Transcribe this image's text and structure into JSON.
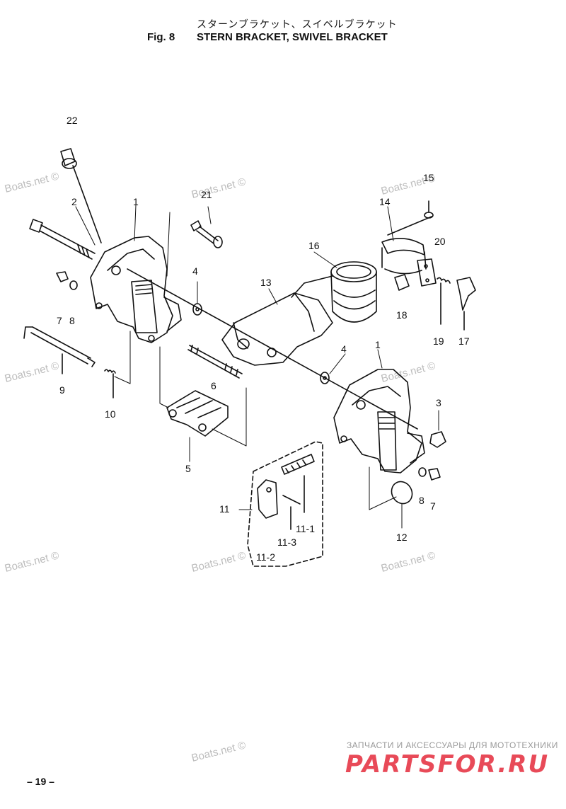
{
  "header": {
    "title_jp": "スターンブラケット、スイベルブラケット",
    "fig_label": "Fig. 8",
    "title_en": "STERN BRACKET, SWIVEL BRACKET"
  },
  "callouts": [
    "22",
    "2",
    "1",
    "21",
    "15",
    "14",
    "16",
    "20",
    "4",
    "7",
    "8",
    "13",
    "18",
    "19",
    "17",
    "9",
    "10",
    "6",
    "4",
    "1",
    "3",
    "5",
    "11",
    "11-1",
    "11-3",
    "11-2",
    "8",
    "7",
    "12"
  ],
  "watermarks": [
    "Boats.net ©",
    "Boats.net ©",
    "Boats.net ©",
    "Boats.net ©",
    "Boats.net ©",
    "Boats.net ©",
    "Boats.net ©",
    "Boats.net ©",
    "Boats.net ©"
  ],
  "footer": {
    "page_number": "– 19 –",
    "promo_text": "ЗАПЧАСТИ И АКСЕССУАРЫ ДЛЯ МОТОТЕХНИКИ",
    "promo_logo": "PARTSFOR.RU"
  },
  "colors": {
    "line": "#111111",
    "watermark": "#bdbdbd",
    "logo": "#e84a58"
  }
}
